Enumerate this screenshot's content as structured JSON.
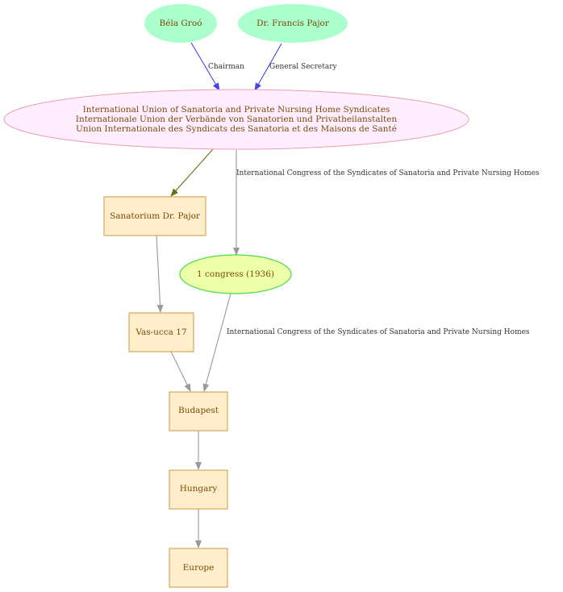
{
  "colors": {
    "person_fill": "#aaffcc",
    "org_fill": "#ffeeff",
    "org_stroke": "#e8a0a8",
    "place_fill": "#ffeecc",
    "place_stroke": "#d4a85c",
    "event_fill": "#eeffaa",
    "event_stroke": "#44dd44",
    "text": "#7a4a06",
    "edge_blue": "#4444ee",
    "edge_olive": "#6b6b10",
    "edge_gray": "#999999"
  },
  "nodes": {
    "bela_groo": "Béla Groó",
    "francis_pajor": "Dr. Francis Pajor",
    "union_line1": "International Union of Sanatoria and Private Nursing Home Syndicates",
    "union_line2": "Internationale Union der Verbände von Sanatorien und Privatheilanstalten",
    "union_line3": "Union Internationale des Syndicats des Sanatoria et des Maisons de Santé",
    "sanatorium": "Sanatorium Dr. Pajor",
    "congress": "1 congress (1936)",
    "vas_ucca": "Vas-ucca 17",
    "budapest": "Budapest",
    "hungary": "Hungary",
    "europe": "Europe"
  },
  "edges": {
    "chairman": "Chairman",
    "general_secretary": "General Secretary",
    "congress_label_1": "International Congress of the Syndicates of Sanatoria and Private  Nursing Homes",
    "congress_label_2": "International Congress of the Syndicates of Sanatoria and Private  Nursing Homes"
  }
}
